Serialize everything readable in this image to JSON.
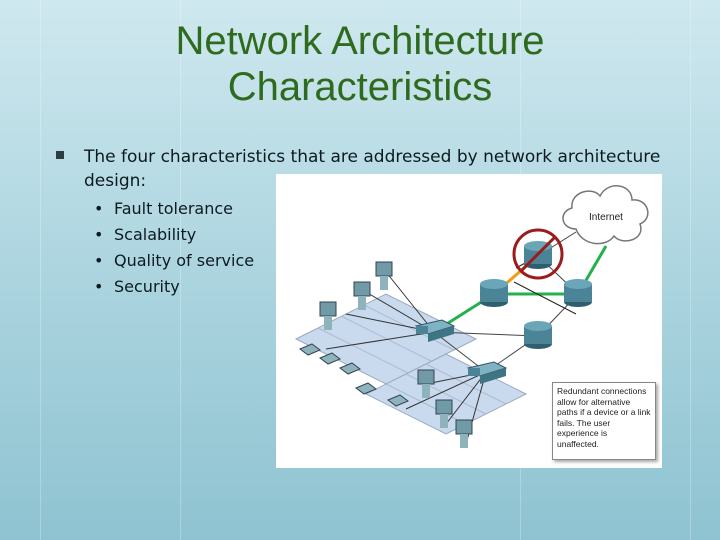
{
  "slide": {
    "title_line1": "Network Architecture",
    "title_line2": "Characteristics",
    "main_bullet": "The four characteristics that are addressed by network architecture design:",
    "sub_bullets": [
      "Fault tolerance",
      "Scalability",
      "Quality of service",
      "Security"
    ]
  },
  "diagram": {
    "cloud_label": "Internet",
    "callout": "Redundant connections allow for alternative paths if a device or a link fails. The user experience is unaffected.",
    "colors": {
      "link_green": "#22b14c",
      "link_orange": "#f39c12",
      "fail_circle": "#9b1c1c"
    }
  }
}
